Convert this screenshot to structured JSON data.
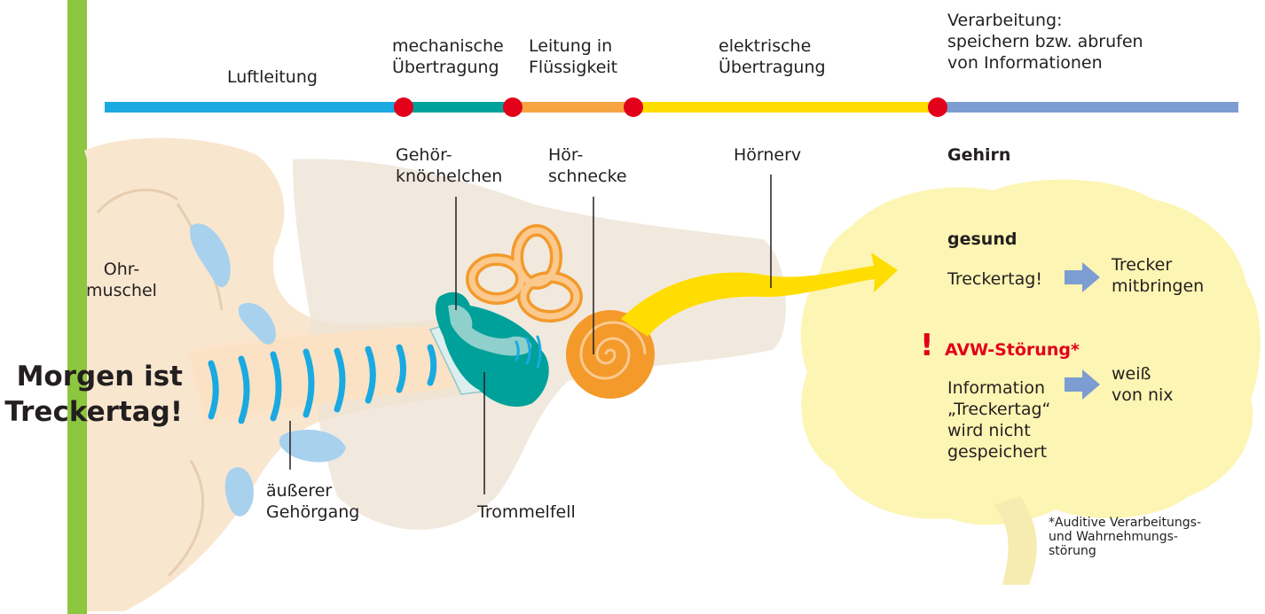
{
  "colors": {
    "green_bar": "#8dc63f",
    "air": "#1aa9e1",
    "mechanical": "#00a19a",
    "fluid": "#f7a541",
    "electric": "#ffdd00",
    "processing": "#7c9dd1",
    "dot": "#e2001a",
    "ear_skin": "#f9e6cf",
    "ossicle_teal": "#00a19a",
    "cochlea": "#f39a2b",
    "brain": "#fdf5b3",
    "waves": "#1aa9e1",
    "arrow_blue": "#7c9dd1"
  },
  "stages": [
    {
      "label": "Luftleitung"
    },
    {
      "label": "mechanische\nÜbertragung"
    },
    {
      "label": "Leitung in\nFlüssigkeit"
    },
    {
      "label": "elektrische\nÜbertragung"
    },
    {
      "label": "Verarbeitung:\nspeichern bzw. abrufen\nvon Informationen"
    }
  ],
  "parts": {
    "ossicles": "Gehör-\nknöchelchen",
    "cochlea": "Hör-\nschnecke",
    "nerve": "Hörnerv",
    "brain": "Gehirn",
    "pinna": "Ohr-\nmuschel",
    "canal": "äußerer\nGehörgang",
    "eardrum": "Trommelfell"
  },
  "speech": "Morgen ist\nTreckertag!",
  "healthy": {
    "title": "gesund",
    "input": "Treckertag!",
    "output": "Trecker\nmitbringen"
  },
  "disorder": {
    "mark": "!",
    "title": "AVW-Störung*",
    "input": "Information\n„Treckertag“\nwird nicht\ngespeichert",
    "output": "weiß\nvon nix"
  },
  "footnote": "*Auditive Verarbeitungs-\nund Wahrnehmungs-\nstörung"
}
